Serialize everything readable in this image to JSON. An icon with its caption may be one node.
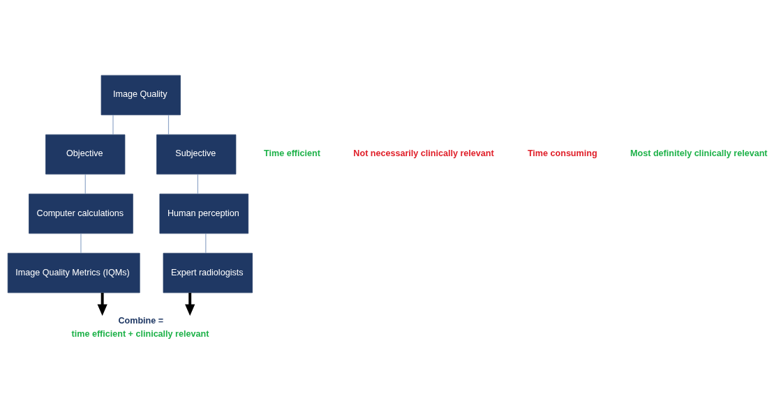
{
  "diagram": {
    "nodes": [
      {
        "text": [
          "Image Quality"
        ]
      },
      {
        "text": [
          "Objective"
        ]
      },
      {
        "text": [
          "Subjective"
        ]
      },
      {
        "text": [
          "Computer calculations"
        ]
      },
      {
        "text": [
          "Human perception"
        ]
      },
      {
        "text": [
          "Image Quality Metrics (IQMs)"
        ]
      },
      {
        "text": [
          "Expert radiologists"
        ]
      },
      {
        "text": [
          "Combine =",
          "time efficient + clinically relevant"
        ]
      }
    ],
    "edges": [
      {
        "from": 0,
        "to": 1,
        "arrow": "none"
      },
      {
        "from": 0,
        "to": 2,
        "arrow": "none"
      },
      {
        "from": 1,
        "to": 3,
        "arrow": "none"
      },
      {
        "from": 2,
        "to": 4,
        "arrow": "none"
      },
      {
        "from": 3,
        "to": 5,
        "arrow": "none"
      },
      {
        "from": 4,
        "to": 6,
        "arrow": "none"
      },
      {
        "from": 5,
        "to": 7,
        "arrow": "to",
        "style": "thick",
        "color": "#000000"
      },
      {
        "from": 6,
        "to": 7,
        "arrow": "to",
        "style": "thick",
        "color": "#000000"
      }
    ],
    "labels": [
      "Time efficient",
      "Not necessarily clinically relevant",
      "Time consuming",
      "Most definitely clinically relevant"
    ]
  }
}
